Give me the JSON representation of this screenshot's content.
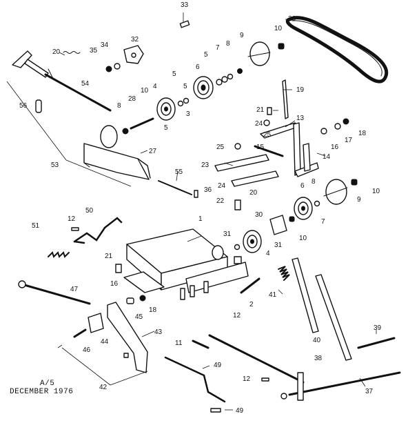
{
  "document": {
    "code": "A/5",
    "date": "DECEMBER 1976"
  },
  "callouts": {
    "c33": "33",
    "c26": "26",
    "c32": "32",
    "c10a": "10",
    "c9a": "9",
    "c20a": "20",
    "c35": "35",
    "c34": "34",
    "c8a": "8",
    "c7a": "7",
    "c5a": "5",
    "c6a": "6",
    "c5b": "5",
    "c5c": "5",
    "c19": "19",
    "c54": "54",
    "c56": "56",
    "c8b": "8",
    "c28": "28",
    "c10b": "10",
    "c4a": "4",
    "c3": "3",
    "c5d": "5",
    "c21a": "21",
    "c13": "13",
    "c24a": "24",
    "c25a": "25",
    "c15": "15",
    "c18a": "18",
    "c17": "17",
    "c16a": "16",
    "c14": "14",
    "c27": "27",
    "c25b": "25",
    "c23": "23",
    "c53": "53",
    "c55": "55",
    "c24b": "24",
    "c20b": "20",
    "c36": "36",
    "c22": "22",
    "c6b": "6",
    "c8c": "8",
    "c10c": "10",
    "c9b": "9",
    "c7b": "7",
    "c50": "50",
    "c12a": "12",
    "c51": "51",
    "c1": "1",
    "c30": "30",
    "c31a": "31",
    "c31b": "31",
    "c4b": "4",
    "c10d": "10",
    "c21b": "21",
    "c16b": "16",
    "c18b": "18",
    "c45": "45",
    "c47": "47",
    "c41": "41",
    "c2": "2",
    "c12b": "12",
    "c43": "43",
    "c44": "44",
    "c46": "46",
    "c40": "40",
    "c39": "39",
    "c11": "11",
    "c49a": "49",
    "c38": "38",
    "c12c": "12",
    "c42": "42",
    "c37": "37",
    "c49b": "49"
  }
}
